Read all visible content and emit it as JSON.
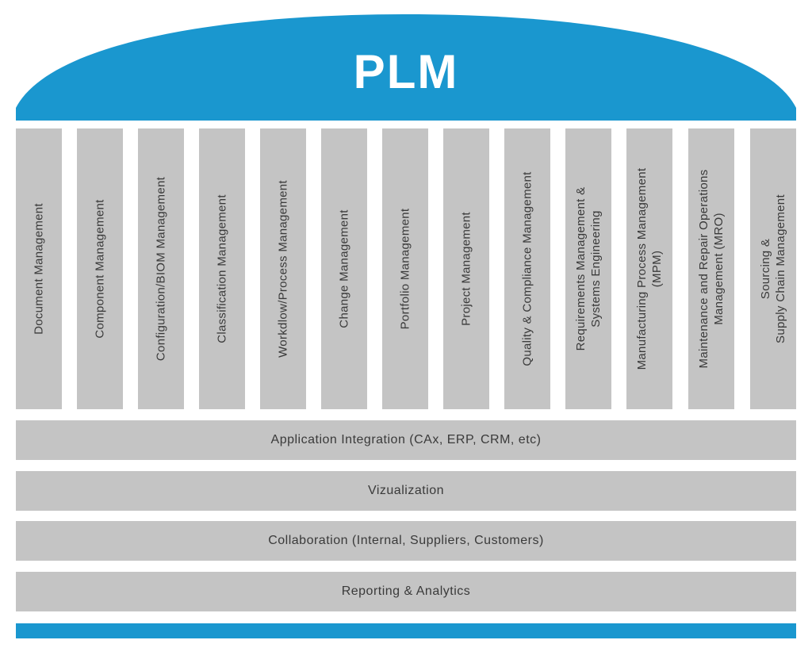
{
  "colors": {
    "accent": "#1a97cf",
    "block": "#c4c4c4",
    "text": "#3a3a3a",
    "title": "#ffffff"
  },
  "dome": {
    "title": "PLM"
  },
  "pillars": [
    {
      "label": "Document Management"
    },
    {
      "label": "Component Management"
    },
    {
      "label": "Configuration/BIOM Management"
    },
    {
      "label": "Classification Management"
    },
    {
      "label": "Workdlow/Process Management"
    },
    {
      "label": "Change Management"
    },
    {
      "label": "Portfolio Management"
    },
    {
      "label": "Project Management"
    },
    {
      "label": "Quality & Compliance Management"
    },
    {
      "label": "Requirements Management &\nSystems Engineering"
    },
    {
      "label": "Manufacturing Process Management\n(MPM)"
    },
    {
      "label": "Maintenance and Repair Operations\nManagement (MRO)"
    },
    {
      "label": "Sourcing &\nSupply Chain Management"
    }
  ],
  "bands": [
    {
      "label": "Application Integration (CAx, ERP, CRM, etc)"
    },
    {
      "label": "Vizualization"
    },
    {
      "label": "Collaboration (Internal, Suppliers, Customers)"
    },
    {
      "label": "Reporting & Analytics"
    }
  ]
}
